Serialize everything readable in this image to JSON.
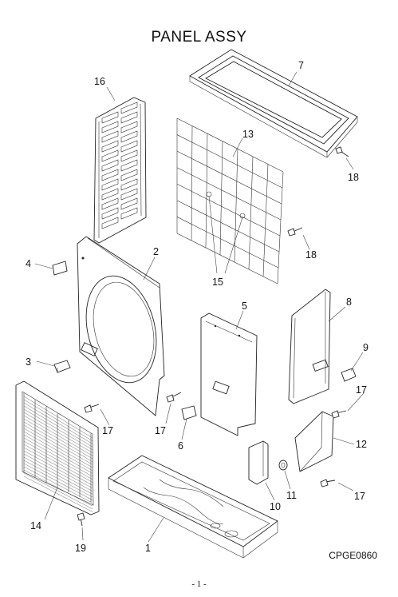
{
  "title": "PANEL ASSY",
  "drawing_code": "CPGE0860",
  "page_number": "- 1 -",
  "callouts": [
    {
      "id": "c1",
      "label": "1"
    },
    {
      "id": "c2",
      "label": "2"
    },
    {
      "id": "c3",
      "label": "3"
    },
    {
      "id": "c4",
      "label": "4"
    },
    {
      "id": "c5",
      "label": "5"
    },
    {
      "id": "c6",
      "label": "6"
    },
    {
      "id": "c7",
      "label": "7"
    },
    {
      "id": "c8",
      "label": "8"
    },
    {
      "id": "c9",
      "label": "9"
    },
    {
      "id": "c10",
      "label": "10"
    },
    {
      "id": "c11",
      "label": "11"
    },
    {
      "id": "c12",
      "label": "12"
    },
    {
      "id": "c13",
      "label": "13"
    },
    {
      "id": "c14",
      "label": "14"
    },
    {
      "id": "c15",
      "label": "15"
    },
    {
      "id": "c16",
      "label": "16"
    },
    {
      "id": "c17a",
      "label": "17"
    },
    {
      "id": "c17b",
      "label": "17"
    },
    {
      "id": "c17c",
      "label": "17"
    },
    {
      "id": "c17d",
      "label": "17"
    },
    {
      "id": "c18a",
      "label": "18"
    },
    {
      "id": "c18b",
      "label": "18"
    },
    {
      "id": "c19",
      "label": "19"
    }
  ]
}
